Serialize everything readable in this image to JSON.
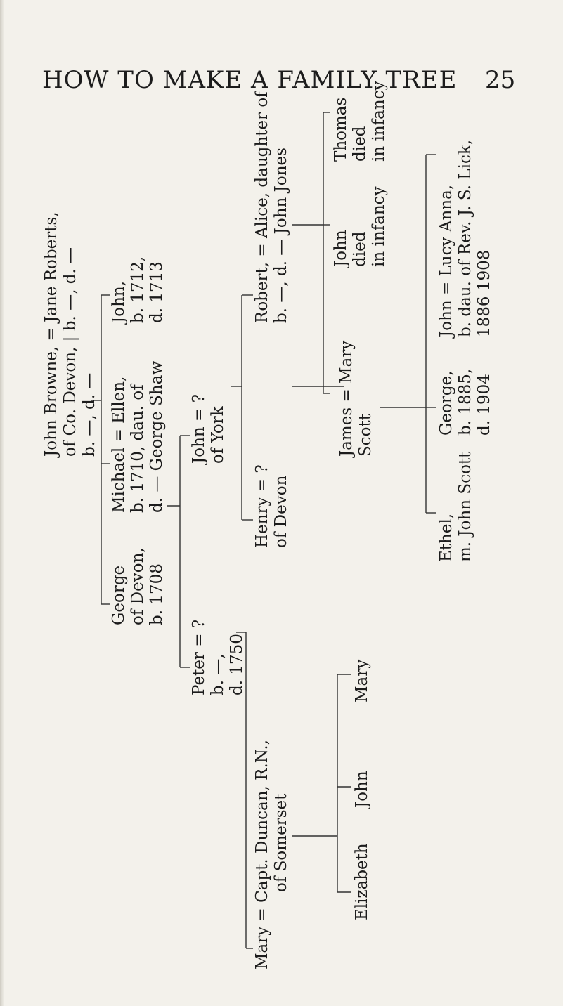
{
  "header": {
    "title": "HOW TO MAKE A FAMILY TREE",
    "page_number": "25"
  },
  "tree": {
    "gen1": {
      "couple": [
        "John Browne, = Jane Roberts,",
        "of Co. Devon, | b. —, d. —",
        "b. —, d. —"
      ]
    },
    "gen2": {
      "george": [
        "George",
        "of Devon,",
        "b. 1708"
      ],
      "michael": [
        "Michael = Ellen,",
        "b. 1710,   dau. of",
        "d. —     George Shaw"
      ],
      "john": [
        "John,",
        "b. 1712,",
        "d. 1713"
      ]
    },
    "gen3": {
      "peter": [
        "Peter = ?",
        "b. —,",
        "d. 1750"
      ],
      "john_york": [
        "John = ?",
        "of York"
      ]
    },
    "gen4": {
      "mary_duncan": [
        "Mary = Capt. Duncan, R.N.,",
        "of Somerset"
      ],
      "henry": [
        "Henry = ?",
        "of Devon"
      ],
      "robert": [
        "Robert, = Alice, daughter of",
        "b. —, d. —   John Jones"
      ]
    },
    "gen5": {
      "elizabeth": "Elizabeth",
      "john": "John",
      "mary": "Mary",
      "james": [
        "James = Mary",
        "Scott"
      ],
      "john_infant": [
        "John",
        "died",
        "in infancy"
      ],
      "thomas_infant": [
        "Thomas",
        "died",
        "in infancy"
      ]
    },
    "gen6": {
      "ethel": [
        "Ethel,",
        "m. John Scott"
      ],
      "george": [
        "George,",
        "b. 1885,",
        "d. 1904"
      ],
      "john_lucy": [
        "John = Lucy Anna,",
        "b.     dau. of Rev. J. S. Lick,",
        "1886     1908"
      ]
    }
  }
}
